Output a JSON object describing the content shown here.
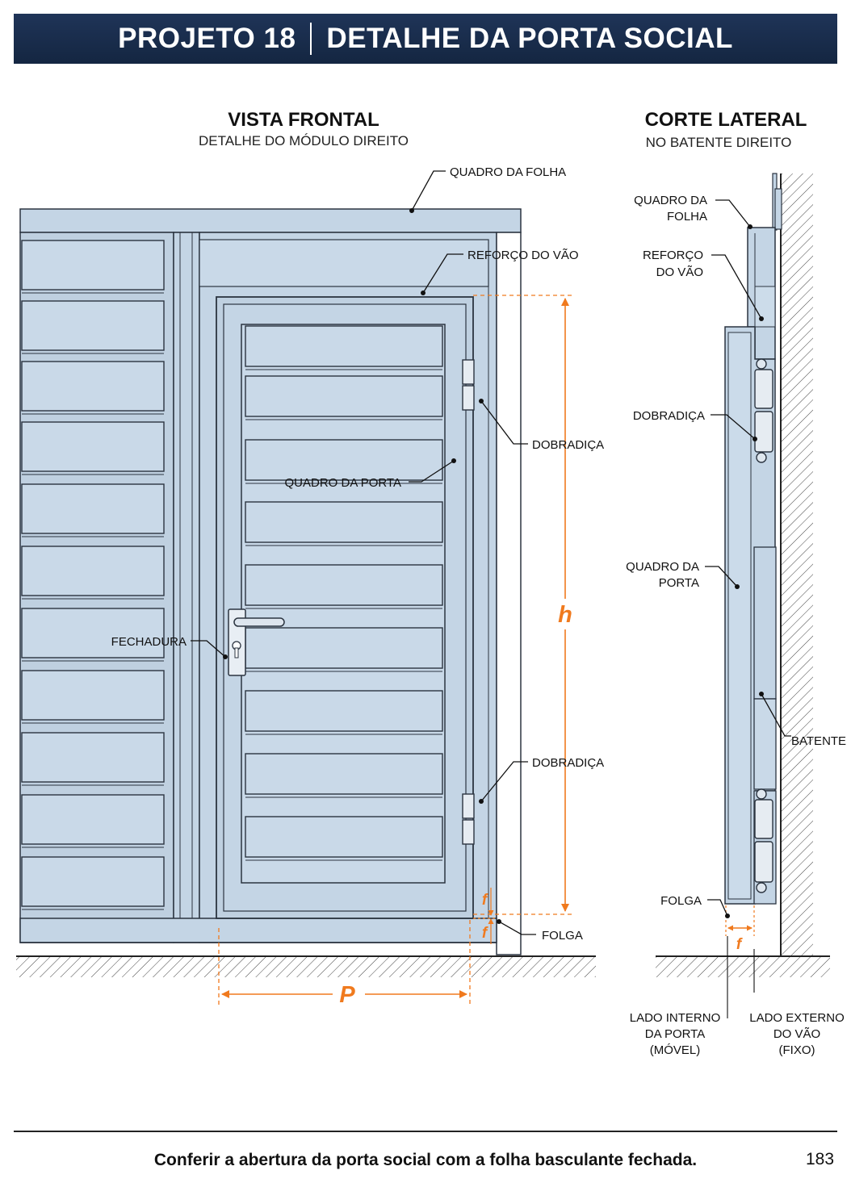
{
  "header": {
    "project": "PROJETO 18",
    "title": "DETALHE DA PORTA SOCIAL"
  },
  "front_view": {
    "title": "VISTA FRONTAL",
    "subtitle": "DETALHE DO MÓDULO DIREITO",
    "labels": {
      "leaf_frame": "QUADRO DA FOLHA",
      "opening_reinforcement": "REFORÇO DO VÃO",
      "hinge_top": "DOBRADIÇA",
      "door_frame": "QUADRO DA PORTA",
      "lock": "FECHADURA",
      "hinge_bottom": "DOBRADIÇA",
      "clearance": "FOLGA"
    },
    "dimensions": {
      "height": "h",
      "width": "P",
      "gap_top": "f",
      "gap_bottom": "f"
    }
  },
  "side_section": {
    "title": "CORTE LATERAL",
    "subtitle": "NO BATENTE DIREITO",
    "labels": {
      "leaf_frame": [
        "QUADRO DA",
        "FOLHA"
      ],
      "opening_reinforcement": [
        "REFORÇO",
        "DO VÃO"
      ],
      "hinge": "DOBRADIÇA",
      "door_frame": [
        "QUADRO DA",
        "PORTA"
      ],
      "stop": "BATENTE",
      "clearance": "FOLGA",
      "inner_side": [
        "LADO INTERNO",
        "DA PORTA",
        "(MÓVEL)"
      ],
      "outer_side": [
        "LADO EXTERNO",
        "DO VÃO",
        "(FIXO)"
      ]
    },
    "dimensions": {
      "gap": "f"
    }
  },
  "footer": {
    "note": "Conferir a abertura da porta social com a folha basculante fechada.",
    "page": "183"
  },
  "colors": {
    "banner": "#1b2f50",
    "panel_fill": "#c9d9e8",
    "frame_fill": "#bccddd",
    "outline": "#2b3440",
    "dimension": "#f07a1e"
  }
}
